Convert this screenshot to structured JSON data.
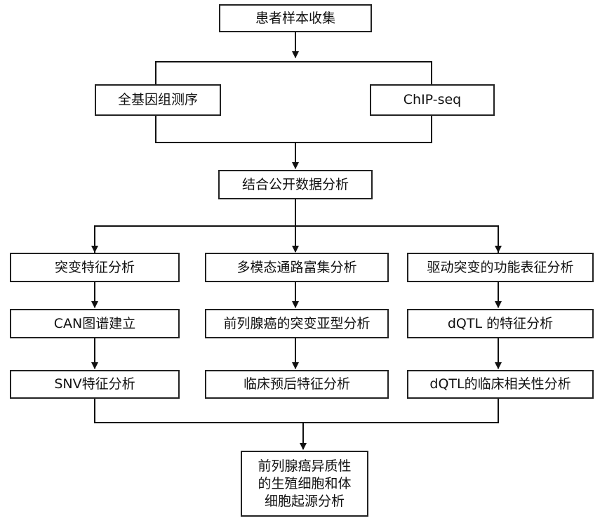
{
  "nodes": {
    "collect": "患者样本收集",
    "wgs": "全基因组测序",
    "chip": "ChIP-seq",
    "combine": "结合公开数据分析",
    "mutation": "突变特征分析",
    "can": "CAN图谱建立",
    "snv": "SNV特征分析",
    "multimodal": "多模态通路富集分析",
    "subtype": "前列腺癌的突变亚型分析",
    "prognosis": "临床预后特征分析",
    "driver": "驱动突变的功能表征分析",
    "dqtl": "dQTL 的特征分析",
    "dqtl_clinical": "dQTL的临床相关性分析",
    "final": [
      "前列腺癌异质性",
      "的生殖细胞和体",
      "细胞起源分析"
    ]
  }
}
